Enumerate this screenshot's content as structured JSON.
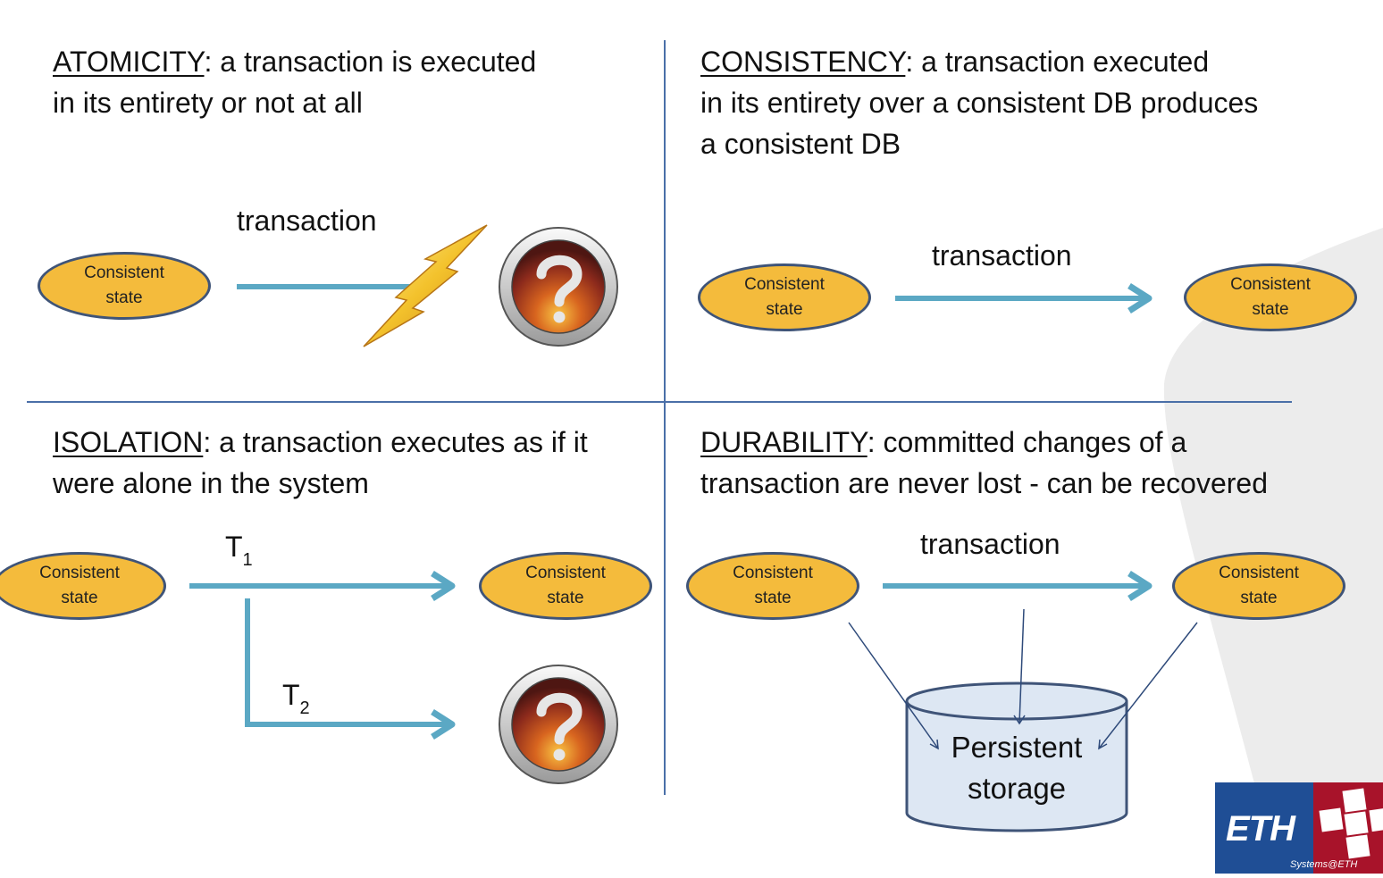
{
  "colors": {
    "ellipse_fill": "#f4bb3c",
    "ellipse_border": "#3f5478",
    "arrow": "#5ba8c4",
    "divider": "#4a6fa8",
    "storage_fill": "#dde7f3",
    "storage_border": "#3f5478",
    "eth_blue": "#1f4e95",
    "eth_red": "#a8132a",
    "background_shape": "#ececec"
  },
  "quadrants": {
    "atomicity": {
      "keyword": "ATOMICITY",
      "line1_rest": ": a transaction is executed",
      "line2": "in its entirety or not at all",
      "arrow_label": "transaction",
      "start_state": {
        "line1": "Consistent",
        "line2": "state"
      },
      "end_icon": "question-mark-icon",
      "break_icon": "lightning-bolt-icon"
    },
    "consistency": {
      "keyword": "CONSISTENCY",
      "line1_rest": ": a transaction executed",
      "line2": "in its entirety over a consistent DB produces",
      "line3": "a consistent DB",
      "arrow_label": "transaction",
      "start_state": {
        "line1": "Consistent",
        "line2": "state"
      },
      "end_state": {
        "line1": "Consistent",
        "line2": "state"
      }
    },
    "isolation": {
      "keyword": "ISOLATION",
      "line1_rest": ": a transaction executes as if it",
      "line2": "were alone in the system",
      "t1_label": "T",
      "t1_sub": "1",
      "t2_label": "T",
      "t2_sub": "2",
      "start_state": {
        "line1": "Consistent",
        "line2": "state"
      },
      "end_state": {
        "line1": "Consistent",
        "line2": "state"
      },
      "t2_end_icon": "question-mark-icon"
    },
    "durability": {
      "keyword": "DURABILITY",
      "line1_rest": ": committed changes of a",
      "line2": "transaction are never lost - can be recovered",
      "arrow_label": "transaction",
      "start_state": {
        "line1": "Consistent",
        "line2": "state"
      },
      "end_state": {
        "line1": "Consistent",
        "line2": "state"
      },
      "storage": {
        "line1": "Persistent",
        "line2": "storage"
      }
    }
  },
  "logo": {
    "word": "ETH",
    "tagline": "Systems@ETH"
  }
}
